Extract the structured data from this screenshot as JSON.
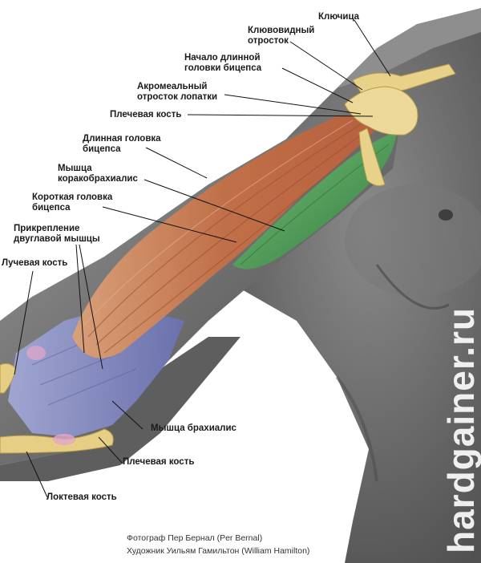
{
  "labels": {
    "clavicle": "Ключица",
    "coracoid": "Клювовидный\nотросток",
    "long_head_origin": "Начало длинной\nголовки бицепса",
    "acromion": "Акромеальный\nотросток лопатки",
    "humerus_top": "Плечевая кость",
    "long_head": "Длинная головка\nбицепса",
    "coracobrachialis": "Мышца\nкоракобрахиалис",
    "short_head": "Короткая головка\nбицепса",
    "biceps_insertion": "Прикрепление\nдвуглавой мышцы",
    "radius": "Лучевая кость",
    "brachialis": "Мышца брахиалис",
    "humerus_bottom": "Плечевая кость",
    "ulna": "Локтевая кость"
  },
  "credits": {
    "photographer": "Фотограф Пер Бернал (Per Bernal)",
    "artist": "Художник Уильям Гамильтон (William Hamilton)"
  },
  "watermark": "hardgainer.ru",
  "colors": {
    "skin": "#7a7a7a",
    "bone": "#e8d28a",
    "biceps": "#c8805a",
    "coracobrachialis": "#4f9a55",
    "brachialis": "#7f86c4"
  }
}
